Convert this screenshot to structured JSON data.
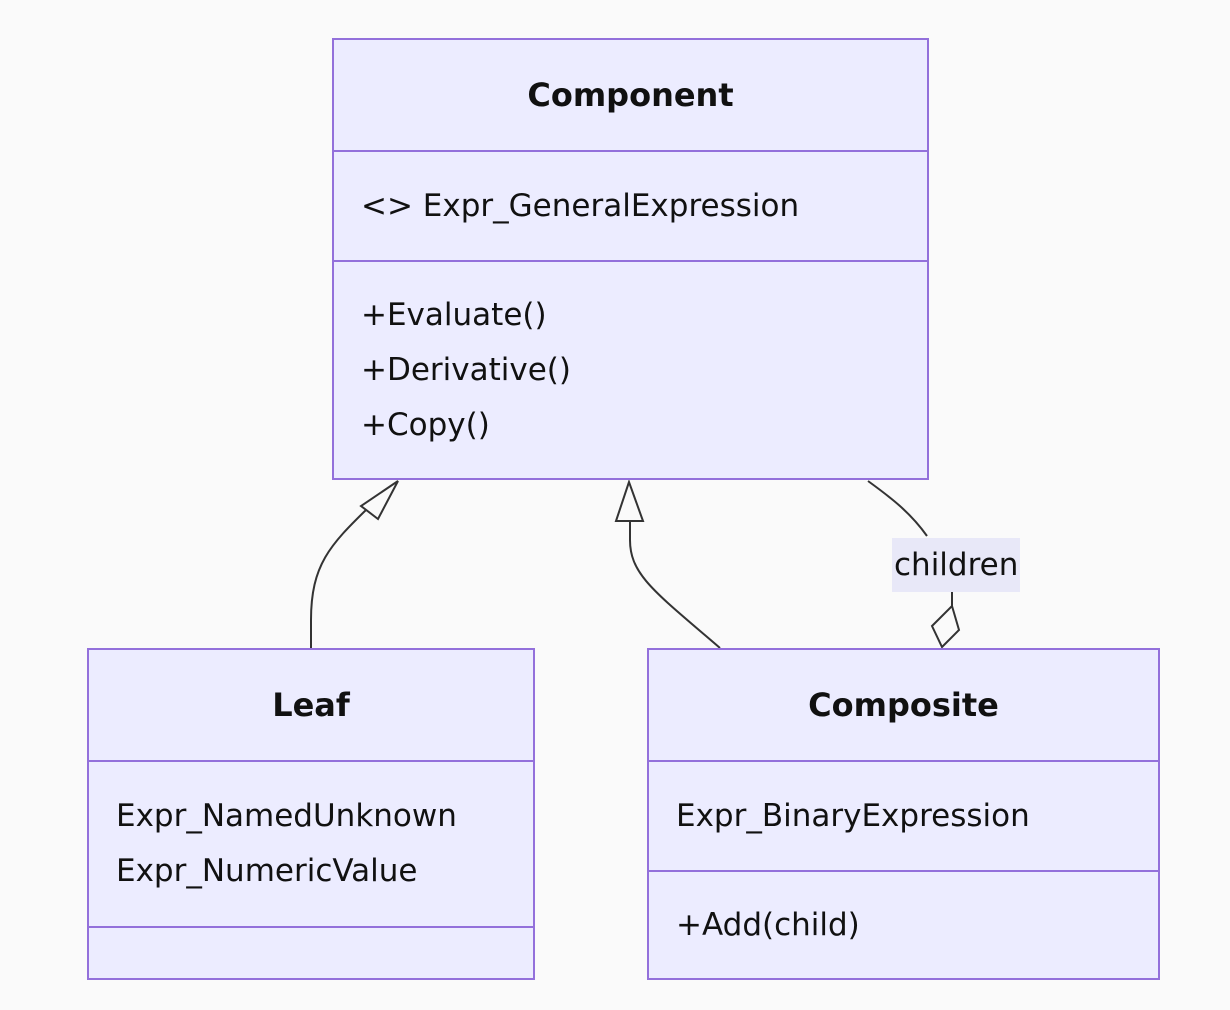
{
  "classes": {
    "component": {
      "name": "Component",
      "attributes": [
        "<> Expr_GeneralExpression"
      ],
      "methods": [
        "+Evaluate()",
        "+Derivative()",
        "+Copy()"
      ]
    },
    "leaf": {
      "name": "Leaf",
      "attributes": [
        "Expr_NamedUnknown",
        "Expr_NumericValue"
      ],
      "methods": []
    },
    "composite": {
      "name": "Composite",
      "attributes": [
        "Expr_BinaryExpression"
      ],
      "methods": [
        "+Add(child)"
      ]
    }
  },
  "relations": {
    "leaf_inherits_component": {
      "type": "inheritance",
      "from": "Leaf",
      "to": "Component"
    },
    "composite_inherits_component": {
      "type": "inheritance",
      "from": "Composite",
      "to": "Component"
    },
    "composite_aggregates_component": {
      "type": "aggregation",
      "from": "Composite",
      "to": "Component",
      "label": "children"
    }
  },
  "colors": {
    "background": "#fafafa",
    "box_fill": "#ececff",
    "box_border": "#9370db",
    "line": "#333333",
    "label_background": "#e8e8f8"
  }
}
